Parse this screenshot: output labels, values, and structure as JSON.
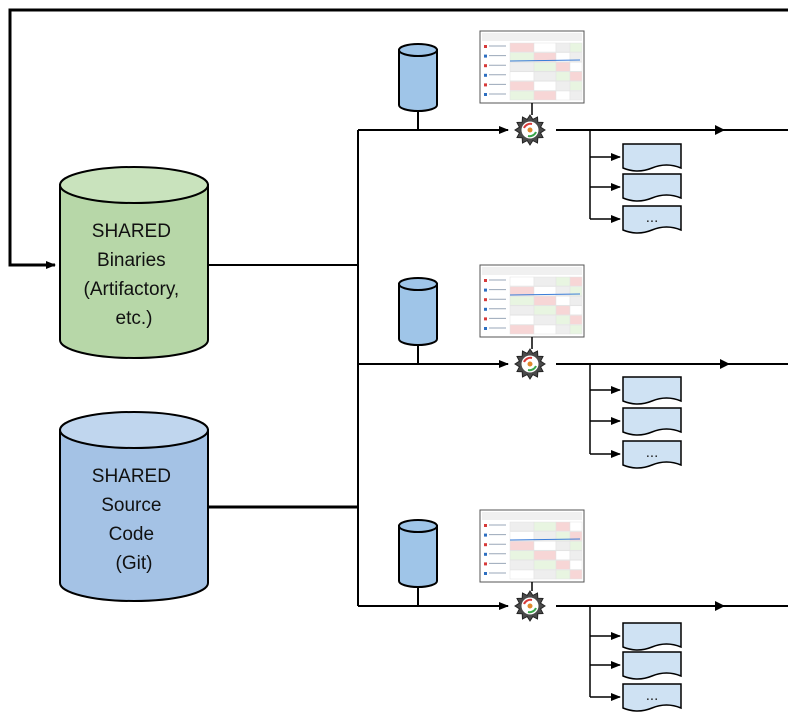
{
  "shared_binaries": {
    "lines": [
      "SHARED",
      "Binaries",
      "(Artifactory,",
      "etc.)"
    ],
    "fill": "#b7d7a8",
    "top_fill": "#c9e3bd"
  },
  "shared_source": {
    "lines": [
      "SHARED",
      "Source",
      "Code",
      "(Git)"
    ],
    "fill": "#a4c2e5",
    "top_fill": "#c0d6ee"
  },
  "pipelines": [
    {
      "outputs": [
        "",
        "",
        "..."
      ]
    },
    {
      "outputs": [
        "",
        "",
        "..."
      ]
    },
    {
      "outputs": [
        "",
        "",
        "..."
      ]
    }
  ],
  "colors": {
    "line": "#000000",
    "db_fill": "#9fc5e8",
    "doc_fill": "#cfe2f3",
    "gear": "#4a4a4a"
  }
}
